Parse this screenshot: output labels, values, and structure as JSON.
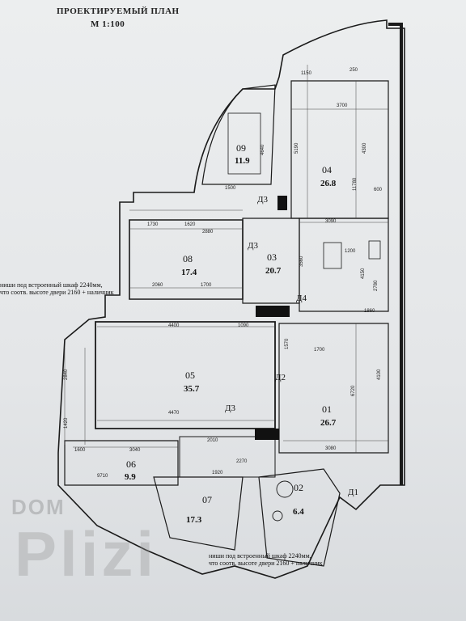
{
  "plan": {
    "title": "ПРОЕКТИРУЕМЫЙ ПЛАН",
    "scale": "М 1:100",
    "note_top": [
      "ниши под встроенный шкаф 2240мм,",
      "что соотв. высоте двери 2160 + наличник"
    ],
    "note_bottom": [
      "ниши под встроенный шкаф 2240мм,",
      "что соотв. высоте двери 2160 + наличник"
    ]
  },
  "rooms": [
    {
      "no": "01",
      "area": "26.7"
    },
    {
      "no": "02",
      "area": "6.4"
    },
    {
      "no": "03",
      "area": "20.7"
    },
    {
      "no": "04",
      "area": "26.8"
    },
    {
      "no": "05",
      "area": "35.7"
    },
    {
      "no": "06",
      "area": "9.9"
    },
    {
      "no": "07",
      "area": "17.3"
    },
    {
      "no": "08",
      "area": "17.4"
    },
    {
      "no": "09",
      "area": "11.9"
    }
  ],
  "doors": [
    "Д1",
    "Д2",
    "Д3",
    "Д3",
    "Д3",
    "Д4"
  ],
  "dimensions": [
    "1150",
    "5190",
    "4640",
    "1500",
    "600",
    "250",
    "3700",
    "4300",
    "11780",
    "1730",
    "1620",
    "2880",
    "2060",
    "1700",
    "3090",
    "4150",
    "1860",
    "4400",
    "1090",
    "4470",
    "2840",
    "1420",
    "1600",
    "3040",
    "9710",
    "4100",
    "6720",
    "3080",
    "2010",
    "2270",
    "1920",
    "1200",
    "3560",
    "2780",
    "1700",
    "1570"
  ],
  "watermark": {
    "line1": "DOM",
    "line2": "Plizi"
  }
}
